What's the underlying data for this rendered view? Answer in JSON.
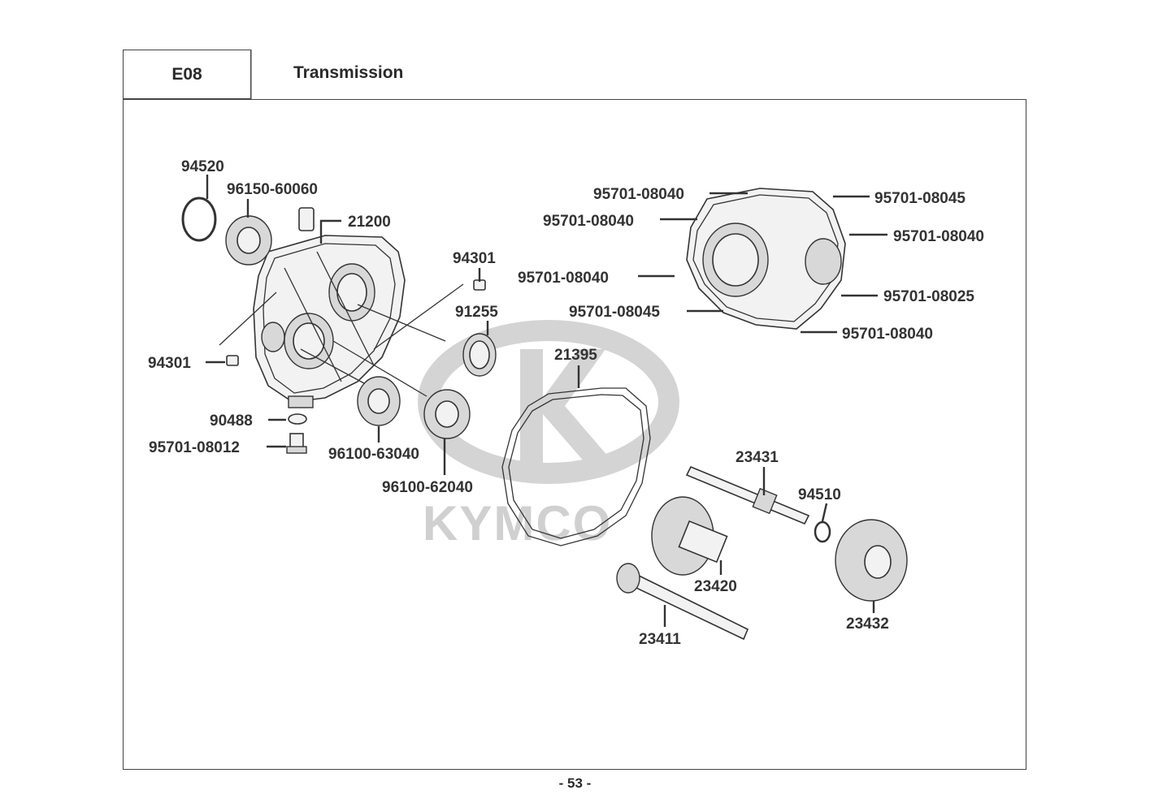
{
  "header": {
    "code": "E08",
    "title": "Transmission"
  },
  "watermark": "KYMCO",
  "page_number": "- 53 -",
  "labels": {
    "p94520": "94520",
    "p96150_60060": "96150-60060",
    "p21200": "21200",
    "p94301_a": "94301",
    "p91255": "91255",
    "p94301_b": "94301",
    "p90488": "90488",
    "p95701_08012": "95701-08012",
    "p96100_63040": "96100-63040",
    "p96100_62040": "96100-62040",
    "p21395": "21395",
    "c1": "95701-08040",
    "c2": "95701-08045",
    "c3": "95701-08040",
    "c4": "95701-08040",
    "c5": "95701-08040",
    "c6": "95701-08025",
    "c7": "95701-08045",
    "c8": "95701-08040",
    "p23431": "23431",
    "p94510": "94510",
    "p23420": "23420",
    "p23411": "23411",
    "p23432": "23432"
  },
  "colors": {
    "line": "#333333",
    "watermark": "#d0d0d0"
  }
}
